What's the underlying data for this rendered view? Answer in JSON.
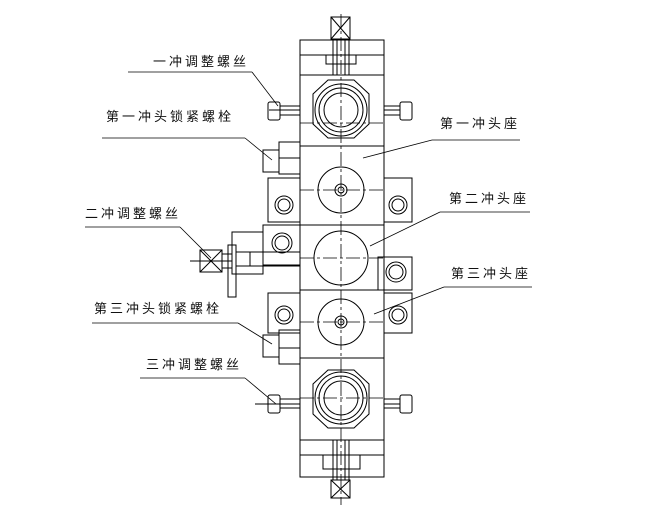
{
  "labels": {
    "first_adjust_screw": "一冲调整螺丝",
    "first_punch_lock_bolt": "第一冲头锁紧螺栓",
    "first_punch_seat": "第一冲头座",
    "second_adjust_screw": "二冲调整螺丝",
    "second_punch_seat": "第二冲头座",
    "third_punch_seat": "第三冲头座",
    "third_punch_lock_bolt": "第三冲头锁紧螺栓",
    "third_adjust_screw": "三冲调整螺丝"
  },
  "colors": {
    "line": "#000000",
    "background": "#ffffff"
  }
}
